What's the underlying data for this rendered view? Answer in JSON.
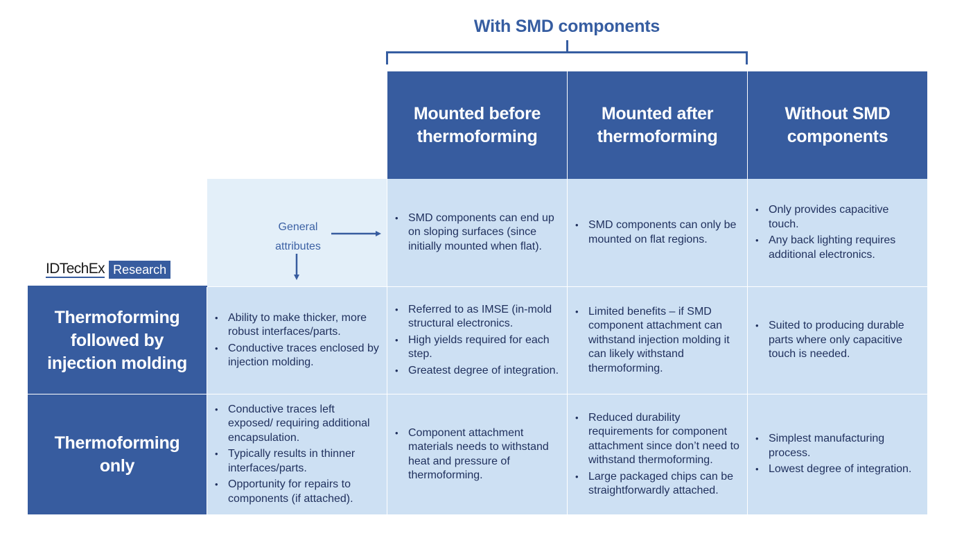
{
  "group_title": "With SMD components",
  "columns": [
    "Mounted before thermoforming",
    "Mounted after thermoforming",
    "Without SMD components"
  ],
  "general_label": "General attributes",
  "logo": {
    "brand": "IDTechEx",
    "tag": "Research"
  },
  "rows": {
    "general": {
      "cells": [
        [
          "SMD components can end up on sloping surfaces (since initially mounted when flat)."
        ],
        [
          "SMD components can only be mounted on flat regions."
        ],
        [
          "Only provides capacitive touch.",
          "Any back lighting requires additional electronics."
        ]
      ]
    },
    "injection": {
      "label": "Thermoforming followed by injection molding",
      "general": [
        "Ability to make thicker, more robust interfaces/parts.",
        "Conductive traces enclosed by injection molding."
      ],
      "cells": [
        [
          "Referred to as IMSE (in-mold structural electronics.",
          "High yields required for each step.",
          "Greatest degree of integration."
        ],
        [
          "Limited benefits – if SMD component attachment can withstand injection molding it can likely withstand thermoforming."
        ],
        [
          "Suited to producing durable parts where only capacitive touch is needed."
        ]
      ]
    },
    "thermo_only": {
      "label": "Thermoforming only",
      "general": [
        "Conductive traces left exposed/ requiring additional encapsulation.",
        "Typically results in thinner interfaces/parts.",
        "Opportunity for repairs to components (if attached)."
      ],
      "cells": [
        [
          "Component attachment materials needs to withstand heat and pressure of thermoforming."
        ],
        [
          "Reduced durability requirements for component attachment since don’t need to withstand thermoforming.",
          "Large packaged chips can be straightforwardly attached."
        ],
        [
          "Simplest manufacturing process.",
          "Lowest degree of integration."
        ]
      ]
    }
  },
  "colors": {
    "header": "#375c9f",
    "cell": "#cde0f3",
    "general_cell": "#e3eff9",
    "text": "#1f2f5c"
  }
}
